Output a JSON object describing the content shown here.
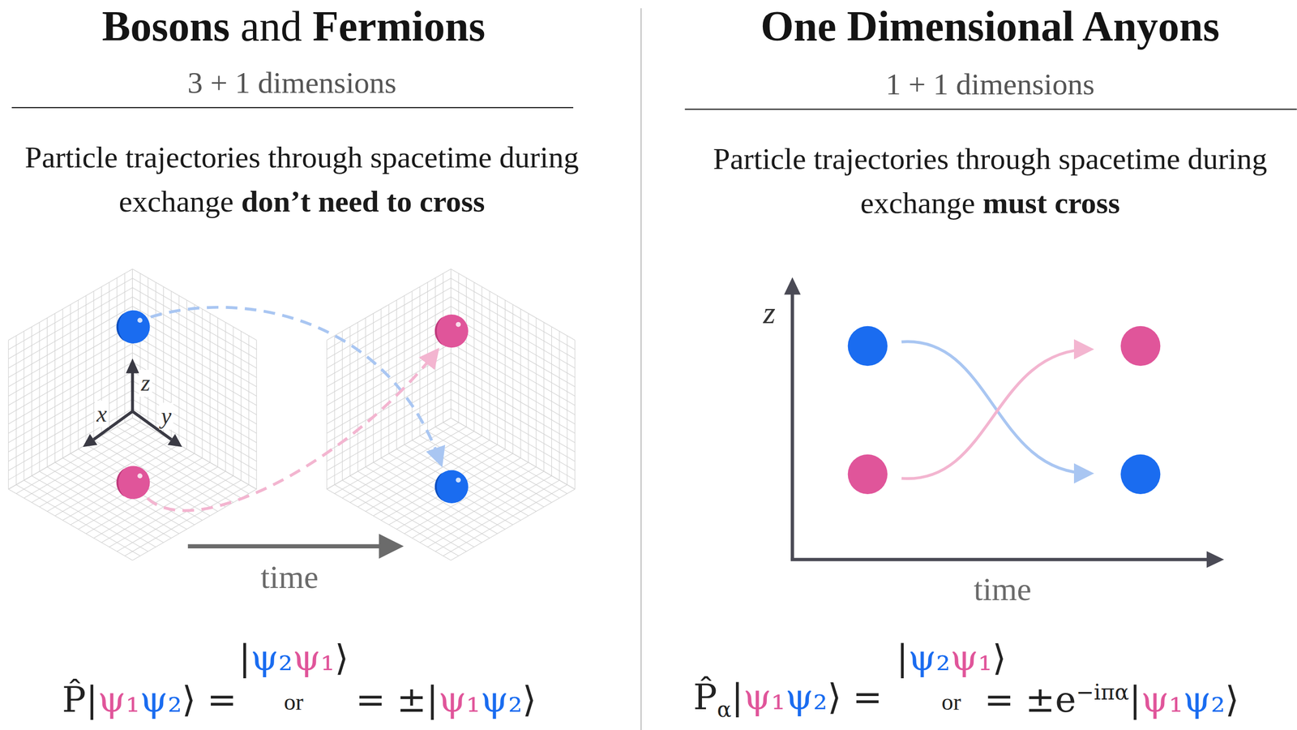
{
  "diagram": {
    "labels": [
      "Bosons and Fermions",
      "3 + 1 dimensions",
      "Particle trajectories through spacetime during exchange don’t need to cross",
      "z",
      "x",
      "y",
      "time",
      "P̂|ψ₁ψ₂⟩ =",
      "|ψ₂ψ₁⟩",
      "or",
      "= ±|ψ₁ψ₂⟩",
      "One Dimensional Anyons",
      "1 + 1 dimensions",
      "Particle trajectories through spacetime during exchange must cross",
      "z",
      "time",
      "P̂α|ψ₁ψ₂⟩ =",
      "|ψ₂ψ₁⟩",
      "or",
      "= ±e−iπα|ψ₁ψ₂⟩"
    ]
  }
}
